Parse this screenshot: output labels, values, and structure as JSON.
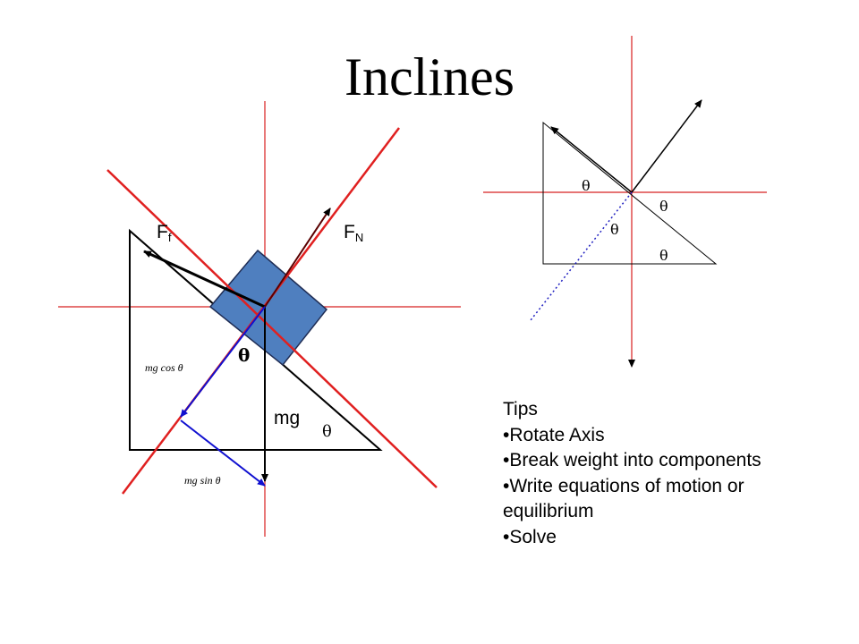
{
  "slide": {
    "title": "Inclines"
  },
  "labels": {
    "friction_main": "F",
    "friction_sub": "f",
    "normal_main": "F",
    "normal_sub": "N",
    "weight": "mg",
    "theta": "θ",
    "theta_bold": "θ",
    "mg_cos_theta": "mg cos θ",
    "mg_sin_theta": "mg sin θ"
  },
  "tips": {
    "heading": "Tips",
    "items": [
      "•Rotate Axis",
      "•Break weight into components",
      "•Write equations of motion or",
      "equilibrium",
      "•Solve"
    ]
  },
  "colors": {
    "axis_red": "#e02020",
    "thin_red": "#d82020",
    "block_fill": "#4f7fbf",
    "block_stroke": "#1f2d55",
    "component_blue": "#1010d0",
    "arrow_dark": "#000000"
  }
}
